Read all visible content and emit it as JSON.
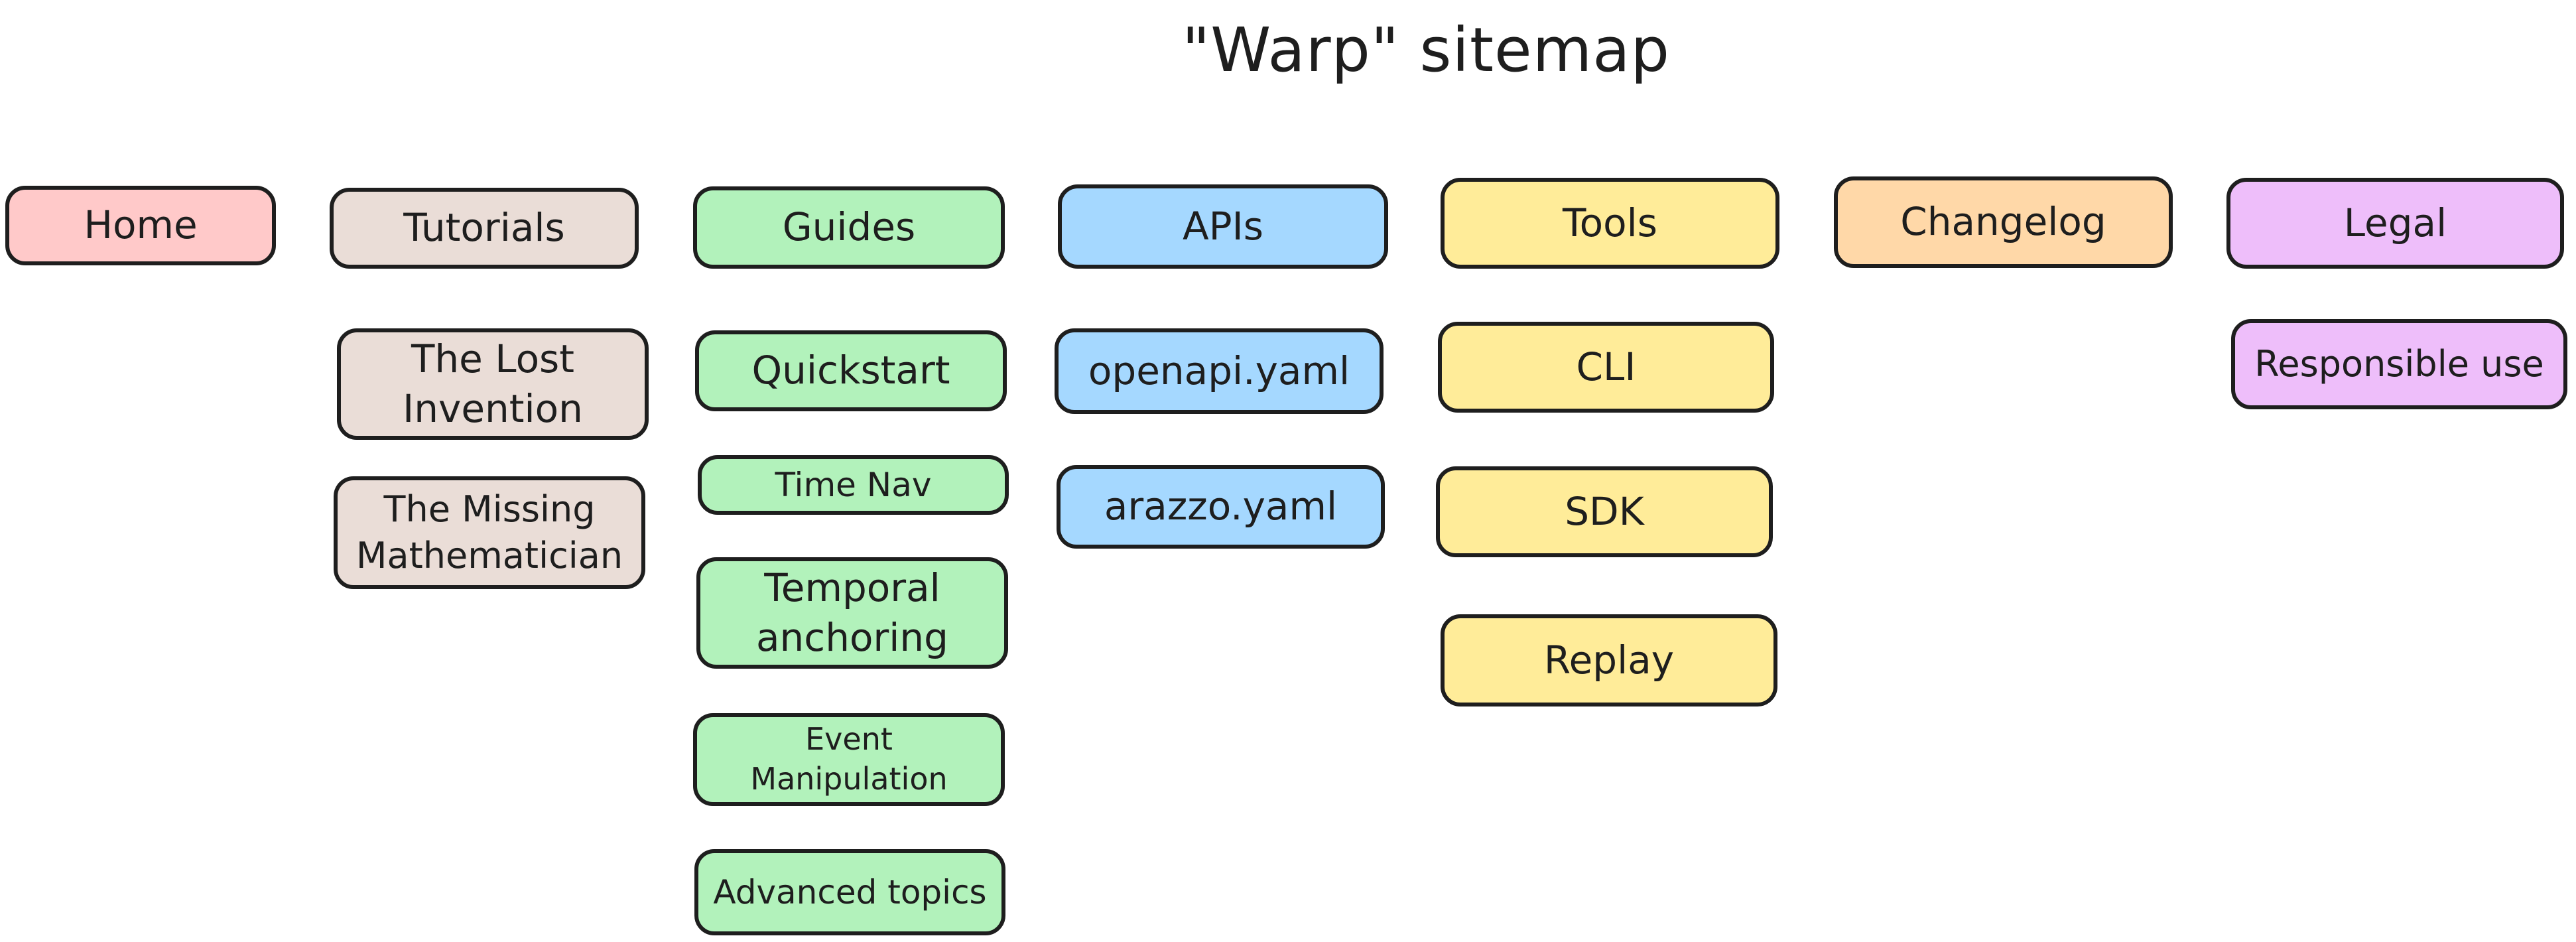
{
  "title": "\"Warp\" sitemap",
  "colors": {
    "home": "#ffc9c9",
    "tutorials": "#eaddd7",
    "guides": "#b2f2bb",
    "apis": "#a5d8ff",
    "tools": "#ffec99",
    "changelog": "#ffd8a8",
    "legal": "#eebefa",
    "stroke": "#1e1e1e"
  },
  "sections": {
    "home": {
      "label": "Home",
      "children": []
    },
    "tutorials": {
      "label": "Tutorials",
      "children": [
        "The Lost Invention",
        "The Missing Mathematician"
      ]
    },
    "guides": {
      "label": "Guides",
      "children": [
        "Quickstart",
        "Time Nav",
        "Temporal anchoring",
        "Event Manipulation",
        "Advanced topics"
      ]
    },
    "apis": {
      "label": "APIs",
      "children": [
        "openapi.yaml",
        "arazzo.yaml"
      ]
    },
    "tools": {
      "label": "Tools",
      "children": [
        "CLI",
        "SDK",
        "Replay"
      ]
    },
    "changelog": {
      "label": "Changelog",
      "children": []
    },
    "legal": {
      "label": "Legal",
      "children": [
        "Responsible use"
      ]
    }
  }
}
